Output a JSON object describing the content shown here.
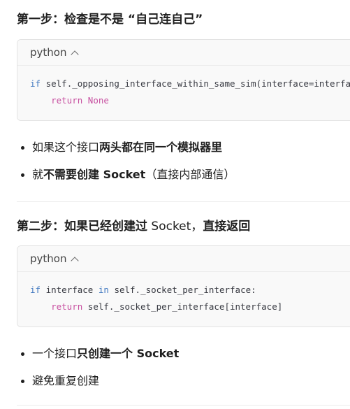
{
  "step1": {
    "heading_bold": "第一步：检查是不是 “自己连自己”",
    "code_lang": "python",
    "code_line1_kw": "if",
    "code_line1_rest": " self._opposing_interface_within_same_sim(interface=interface):",
    "code_line2_kw": "return",
    "code_line2_val": "None",
    "bullet1_plain": "如果这个接口",
    "bullet1_bold": "两头都在同一个模拟器里",
    "bullet2_plain_a": "就",
    "bullet2_bold": "不需要创建 Socket",
    "bullet2_plain_b": "（直接内部通信）"
  },
  "step2": {
    "heading_bold_a": "第二步：如果已经创建过",
    "heading_plain": " Socket，",
    "heading_bold_b": "直接返回",
    "code_lang": "python",
    "code_line1_kw": "if",
    "code_line1_mid": " interface ",
    "code_line1_kw2": "in",
    "code_line1_rest": " self._socket_per_interface:",
    "code_line2_kw": "return",
    "code_line2_rest": " self._socket_per_interface[interface]",
    "bullet1_plain": "一个接口",
    "bullet1_bold": "只创建一个 Socket",
    "bullet2_plain": "避免重复创建"
  }
}
